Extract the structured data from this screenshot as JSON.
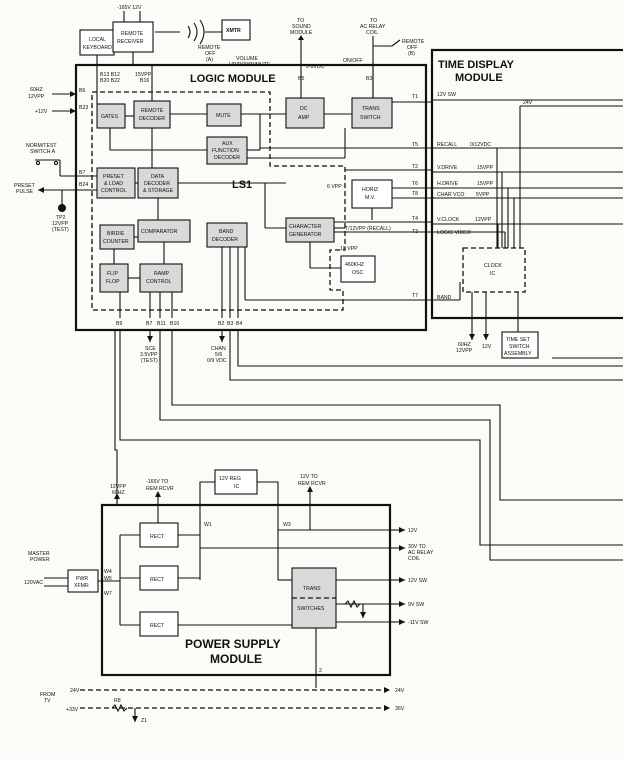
{
  "modules": {
    "logic": "LOGIC MODULE",
    "ls1": "LS1",
    "time_display_1": "TIME DISPLAY",
    "time_display_2": "MODULE",
    "power_supply_1": "POWER SUPPLY",
    "power_supply_2": "MODULE"
  },
  "blocks": {
    "local_keyboard_1": "LOCAL",
    "local_keyboard_2": "KEYBOARD",
    "remote_receiver_1": "REMOTE",
    "remote_receiver_2": "RECEIVER",
    "xmtr": "XMTR",
    "gates": "GATES",
    "remote_decoder_1": "REMOTE",
    "remote_decoder_2": "DECODER",
    "mute": "MUTE",
    "aux_function_1": "AUX",
    "aux_function_2": "FUNCTION",
    "aux_function_3": "DECODER",
    "dc_amp_1": "DC",
    "dc_amp_2": "AMP",
    "trans_switch_1": "TRANS",
    "trans_switch_2": "SWITCH",
    "preset_load_1": "PRESET",
    "preset_load_2": "& LOAD",
    "preset_load_3": "CONTROL",
    "data_decoder_1": "DATA",
    "data_decoder_2": "DECODER",
    "data_decoder_3": "& STORAGE",
    "horiz_mv_1": "HORIZ",
    "horiz_mv_2": "M.V.",
    "birdie_counter_1": "BIRDIE",
    "birdie_counter_2": "COUNTER",
    "comparator": "COMPARATOR",
    "band_decoder_1": "BAND",
    "band_decoder_2": "DECODER",
    "character_generator_1": "CHARACTER",
    "character_generator_2": "GENERATOR",
    "osc_460khz_1": "460KHZ",
    "osc_460khz_2": "OSC",
    "flip_flop_1": "FLIP",
    "flip_flop_2": "FLOP",
    "ramp_control_1": "RAMP",
    "ramp_control_2": "CONTROL",
    "clock_ic_1": "CLOCK",
    "clock_ic_2": "IC",
    "time_set_1": "TIME SET",
    "time_set_2": "SWITCH",
    "time_set_3": "ASSEMBLY",
    "rect": "RECT",
    "pwr_xfmr_1": "PWR",
    "pwr_xfmr_2": "XFMR",
    "reg_12v_1": "12V REG",
    "reg_12v_2": "IC",
    "trans_switches_1": "TRANS",
    "trans_switches_2": "SWITCHES"
  },
  "labels": {
    "top_165v": "-165V 12V",
    "remote_off": "REMOTE",
    "remote_off_2": "OFF",
    "remote_off_3": "(A)",
    "to_sound_1": "TO",
    "to_sound_2": "SOUND",
    "to_sound_3": "MODULE",
    "to_ac_relay_1": "TO",
    "to_ac_relay_2": "AC RELAY",
    "to_ac_relay_3": "COIL",
    "remote_off_b_1": "REMOTE",
    "remote_off_b_2": "OFF",
    "remote_off_b_3": "(B)",
    "on_off": "ON/OFF",
    "volume_1": "VOLUME",
    "volume_2": "UP/DOWN/MUTE",
    "dc_level": "0-9VDC",
    "b13": "B13 B12",
    "b14": "B20 B22",
    "vpp_15": "15VPP",
    "b16": "B16",
    "b5": "B5",
    "b3": "B3",
    "b6": "B6",
    "b23": "B23",
    "b7": "B7",
    "b24": "B24",
    "in_60hz_1": "60HZ",
    "in_60hz_2": "12VPP",
    "in_12v": "+12V",
    "norm_test_1": "NORM/TEST",
    "norm_test_2": "SWITCH A",
    "preset_pulse_1": "PRESET",
    "preset_pulse_2": "PULSE",
    "tp2_1": "TP2",
    "tp2_2": "12VPP",
    "tp2_3": "(TEST)",
    "t1": "T1",
    "t1_sig": "12V SW",
    "v24": "24V",
    "t5": "T5",
    "t5_sig": "RECALL",
    "t5_val": "0/12VDC",
    "t2": "T2",
    "t2_sig": "V.DRIVE",
    "t2_val": "15VPP",
    "t6": "T6",
    "t6_sig": "H.DRIVE",
    "t6_val": "15VPP",
    "t8": "T8",
    "t8_sig": "CHAR VCO",
    "t8_val": "5VPP",
    "vpp6": "6 VPP",
    "t4": "T4",
    "t4_sig": "V.CLOCK",
    "t4_val": "12VPP",
    "t3": "T3",
    "t3_sig1": "T/12VPP (RECALL)",
    "t3_sig2": "LOGIC VIDEO",
    "vpp10": "10 VPP",
    "t7": "T7",
    "t7_sig": "BAND",
    "b9": "B9",
    "b7b": "B7",
    "b11": "B11",
    "b10": "B10",
    "b2": "B2",
    "b3b": "B3",
    "b4": "B4",
    "sce_1": "SCE",
    "sce_2": "3.5VPP",
    "sce_3": "(TEST)",
    "chan_1": "CHAN",
    "chan_2": "5/6",
    "chan_3": "0/9 VDC",
    "clk_60hz_1": "60HZ",
    "clk_60hz_2": "12VPP",
    "clk_12v": "12V",
    "ps_12vpp_1": "12VPP",
    "ps_12vpp_2": "60HZ",
    "ps_165_1": "-165V TO",
    "ps_165_2": "REM RCVR",
    "ps_12v_1": "12V TO",
    "ps_12v_2": "REM RCVR",
    "w1": "W1",
    "w3": "W3",
    "w4": "W4",
    "w5": "W5",
    "w7": "W7",
    "master_power_1": "MASTER",
    "master_power_2": "POWER",
    "vac": "120VAC",
    "out_12v": "12V",
    "out_30v_1": "30V TO",
    "out_30v_2": "AC RELAY",
    "out_30v_3": "COIL",
    "out_12v_sw": "12V SW",
    "out_9v_sw": "9V SW",
    "out_11v_sw": "-11V SW",
    "from_tv_1": "FROM",
    "from_tv_2": "TV",
    "in_24v": "24V",
    "in_33v": "+33V",
    "out_24v": "24V",
    "out_36v": "36V",
    "node_2": "2",
    "r_label": "R8",
    "z_label": "Z1"
  }
}
